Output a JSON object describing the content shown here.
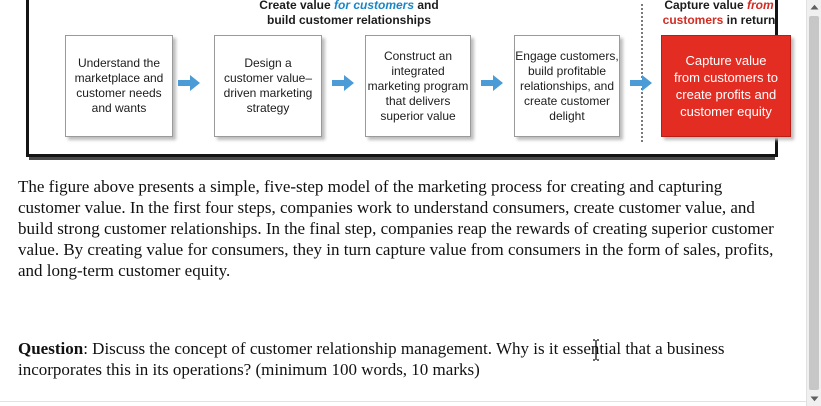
{
  "figure": {
    "header_left": {
      "line1_pre": "Create value ",
      "line1_emph": "for customers",
      "line1_post": " and",
      "line2": "build customer relationships"
    },
    "header_right": {
      "line1_pre": "Capture value ",
      "line1_emph": "from",
      "line2_emph": "customers",
      "line2_post": " in return"
    },
    "steps": [
      {
        "lines": [
          "Understand the",
          "marketplace and",
          "customer needs",
          "and wants"
        ]
      },
      {
        "lines": [
          "Design a",
          "customer value–",
          "driven marketing",
          "strategy"
        ]
      },
      {
        "lines": [
          "Construct an",
          "integrated",
          "marketing program",
          "that delivers",
          "superior value"
        ]
      },
      {
        "lines": [
          "Engage customers,",
          "build profitable",
          "relationships, and",
          "create customer",
          "delight"
        ]
      },
      {
        "lines": [
          "Capture value",
          "from customers to",
          "create profits and",
          "customer equity"
        ]
      }
    ],
    "colors": {
      "arrow": "#4a9bd6",
      "capture_box": "#e32d23",
      "accent_blue": "#1a86c8",
      "accent_red": "#d42b22"
    }
  },
  "paragraph": "The figure above presents a simple, five-step model of the marketing process for creating and capturing customer value. In the first four steps, companies work to understand consumers, create customer value, and build strong customer relationships. In the final step, companies reap the rewards of creating superior customer value. By creating value for consumers, they in turn capture value from consumers in the form of sales, profits, and long-term customer equity.",
  "question": {
    "label": "Question",
    "text": ": Discuss the concept of customer relationship management. Why is it essential that a business incorporates this in its operations? (minimum 100 words, 10 marks)"
  },
  "icons": {
    "arrow": "right-arrow-icon",
    "cursor": "text-cursor-icon",
    "scroll_up": "scroll-up-arrow-icon",
    "scroll_down": "scroll-down-arrow-icon"
  }
}
